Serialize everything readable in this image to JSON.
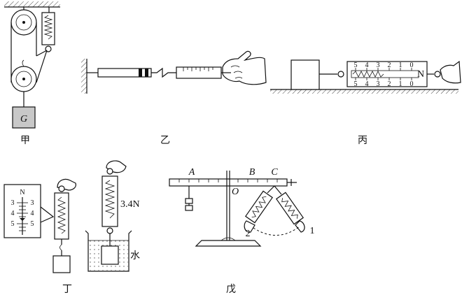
{
  "figures": {
    "jia": {
      "caption": "甲",
      "weight_label": "G"
    },
    "yi": {
      "caption": "乙"
    },
    "bing": {
      "caption": "丙",
      "scale_unit": "N",
      "scale_numbers": [
        "5",
        "4",
        "3",
        "2",
        "1",
        "0"
      ]
    },
    "ding": {
      "caption": "丁",
      "scale_unit": "N",
      "scale_left": [
        "3",
        "4",
        "5"
      ],
      "scale_right": [
        "3",
        "4",
        "5"
      ],
      "reading": "3.4N",
      "liquid": "水"
    },
    "wu": {
      "caption": "戊",
      "points": {
        "A": "A",
        "B": "B",
        "C": "C",
        "O": "O"
      },
      "positions": {
        "p1": "1",
        "p2": "2"
      }
    }
  },
  "colors": {
    "ink": "#111111",
    "weight_fill": "#c8c8c8",
    "water": "#e8e8e8"
  }
}
